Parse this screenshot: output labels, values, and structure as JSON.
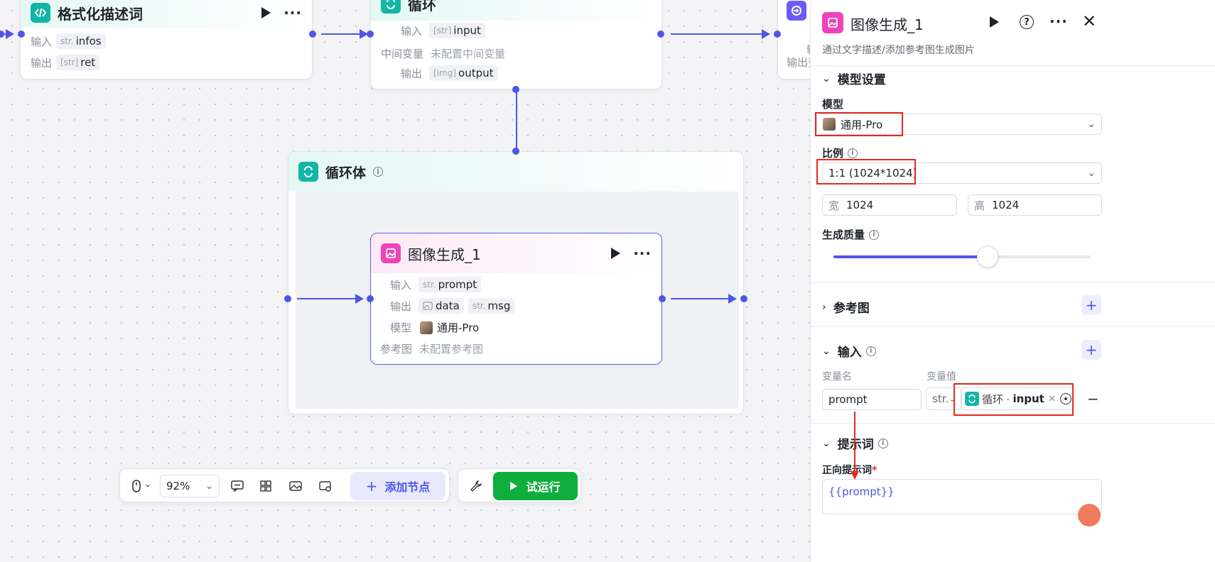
{
  "nodes": {
    "format": {
      "title": "格式化描述词",
      "input_label": "输入",
      "input_type": "str.",
      "input_var": "infos",
      "output_label": "输出",
      "output_type": "[str]",
      "output_var": "ret"
    },
    "loop": {
      "title": "循环",
      "input_label": "输入",
      "input_type": "[str]",
      "input_var": "input",
      "mid_label": "中间变量",
      "mid_value": "未配置中间变量",
      "output_label": "输出",
      "output_type": "[img]",
      "output_var": "output"
    },
    "right_partial": {
      "label_a": "输",
      "label_b": "输出变"
    },
    "loop_body": {
      "title": "循环体"
    },
    "image_gen": {
      "title": "图像生成_1",
      "input_label": "输入",
      "input_type": "str.",
      "input_var": "prompt",
      "output_label": "输出",
      "output_var1": "data",
      "output_type2": "str.",
      "output_var2": "msg",
      "model_label": "模型",
      "model_value": "通用-Pro",
      "ref_label": "参考图",
      "ref_value": "未配置参考图"
    }
  },
  "toolbar": {
    "zoom": "92%",
    "add_node": "添加节点",
    "test_run": "试运行"
  },
  "panel": {
    "title": "图像生成_1",
    "description": "通过文字描述/添加参考图生成图片",
    "model_settings": "模型设置",
    "model_label": "模型",
    "model_value": "通用-Pro",
    "ratio_label": "比例",
    "ratio_value": "1:1 (1024*1024)",
    "width_label": "宽",
    "width_value": "1024",
    "height_label": "高",
    "height_value": "1024",
    "quality_label": "生成质量",
    "quality_level": 0.6,
    "ref_section": "参考图",
    "input_section": "输入",
    "var_name_header": "变量名",
    "var_value_header": "变量值",
    "var_name": "prompt",
    "var_type": "str.",
    "var_ref_node": "循环",
    "var_ref_sep": "-",
    "var_ref_var": "input",
    "prompt_section": "提示词",
    "positive_label": "正向提示词",
    "required_mark": "*",
    "prompt_value": "{{prompt}}"
  },
  "colors": {
    "accent": "#4e56e8",
    "teal": "#13b5a6",
    "pink": "#ee44b8",
    "run_green": "#0fae3d",
    "annotation_red": "#e5281f"
  }
}
